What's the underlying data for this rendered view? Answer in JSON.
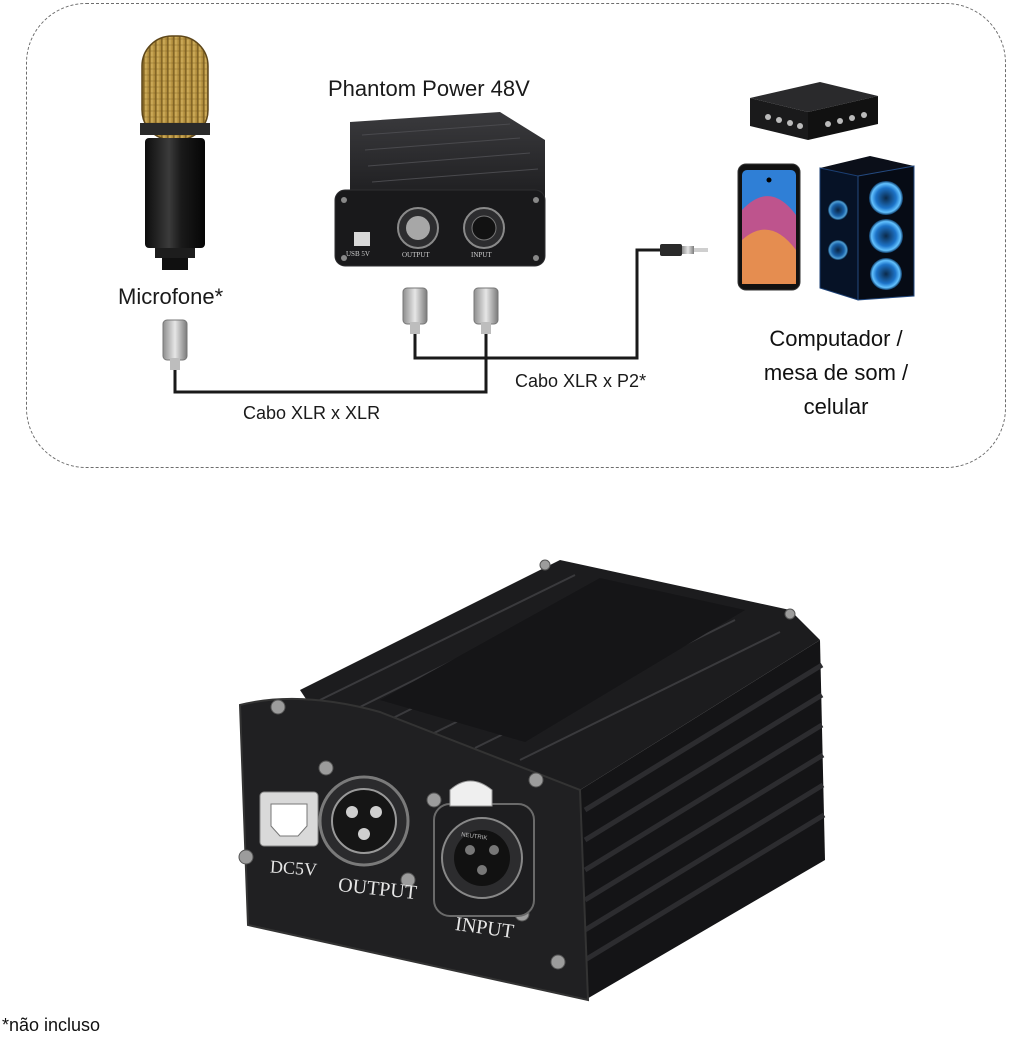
{
  "diagram": {
    "phantom_title": "Phantom Power 48V",
    "microphone_label": "Microfone*",
    "cable_xlr_xlr_label": "Cabo XLR x XLR",
    "cable_xlr_p2_label": "Cabo XLR x P2*",
    "destination_label_lines": [
      "Computador /",
      "mesa de som /",
      "celular"
    ],
    "small_device_port_labels": {
      "usb": "USB 5V",
      "output": "OUTPUT",
      "input": "INPUT"
    }
  },
  "product_photo": {
    "port_labels": {
      "usb": "DC5V",
      "output": "OUTPUT",
      "input": "INPUT"
    },
    "brand_text": "NEUTRIK"
  },
  "footnote": "*não incluso",
  "colors": {
    "dashed_border": "#6d6d6d",
    "device_body": "#1b1b1d",
    "mic_grille_gold": "#c9a24a",
    "screen_blue": "#2f7fd6",
    "pc_fan_blue": "#33a6ff"
  },
  "icons": [
    "microphone-icon",
    "phantom-power-icon",
    "xlr-connector-icon",
    "p2-jack-icon",
    "mixer-icon",
    "smartphone-icon",
    "pc-tower-icon"
  ]
}
